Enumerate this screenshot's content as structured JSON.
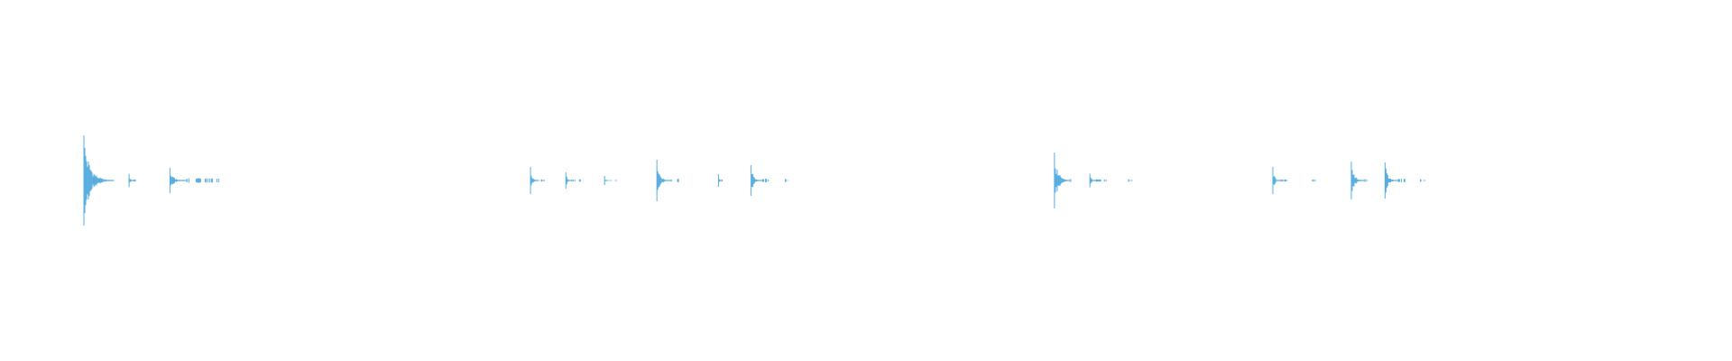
{
  "waveform": {
    "color": "#5aaee0",
    "background": "#ffffff",
    "duration_s": 31.8,
    "bursts": [
      {
        "t": 1.54,
        "amp": 1.0,
        "decay": 0.55,
        "level": 0.06,
        "tail": 0.28
      },
      {
        "t": 2.37,
        "amp": 0.15,
        "decay": 0.1,
        "level": 0.02,
        "tail": 0.14
      },
      {
        "t": 3.12,
        "amp": 0.28,
        "decay": 0.3,
        "level": 0.04,
        "tail": 0.92
      },
      {
        "t": 9.74,
        "amp": 0.3,
        "decay": 0.15,
        "level": 0.02,
        "tail": 0.25
      },
      {
        "t": 10.39,
        "amp": 0.18,
        "decay": 0.12,
        "level": 0.02,
        "tail": 0.3
      },
      {
        "t": 11.1,
        "amp": 0.1,
        "decay": 0.06,
        "level": 0.01,
        "tail": 0.22
      },
      {
        "t": 12.06,
        "amp": 0.46,
        "decay": 0.25,
        "level": 0.03,
        "tail": 0.4
      },
      {
        "t": 13.19,
        "amp": 0.14,
        "decay": 0.08,
        "level": 0.02,
        "tail": 0.16
      },
      {
        "t": 13.79,
        "amp": 0.34,
        "decay": 0.2,
        "level": 0.03,
        "tail": 0.34
      },
      {
        "t": 14.42,
        "amp": 0.04,
        "decay": 0.03,
        "level": 0.01,
        "tail": 0.08
      },
      {
        "t": 19.36,
        "amp": 0.62,
        "decay": 0.3,
        "level": 0.03,
        "tail": 0.36
      },
      {
        "t": 20.01,
        "amp": 0.15,
        "decay": 0.12,
        "level": 0.02,
        "tail": 0.3
      },
      {
        "t": 20.72,
        "amp": 0.03,
        "decay": 0.03,
        "level": 0.01,
        "tail": 0.08
      },
      {
        "t": 23.37,
        "amp": 0.3,
        "decay": 0.15,
        "level": 0.02,
        "tail": 0.3
      },
      {
        "t": 24.1,
        "amp": 0.02,
        "decay": 0.02,
        "level": 0.01,
        "tail": 0.1
      },
      {
        "t": 24.81,
        "amp": 0.42,
        "decay": 0.25,
        "level": 0.03,
        "tail": 0.3
      },
      {
        "t": 25.43,
        "amp": 0.4,
        "decay": 0.25,
        "level": 0.03,
        "tail": 0.38
      },
      {
        "t": 26.08,
        "amp": 0.03,
        "decay": 0.03,
        "level": 0.01,
        "tail": 0.1
      }
    ]
  }
}
